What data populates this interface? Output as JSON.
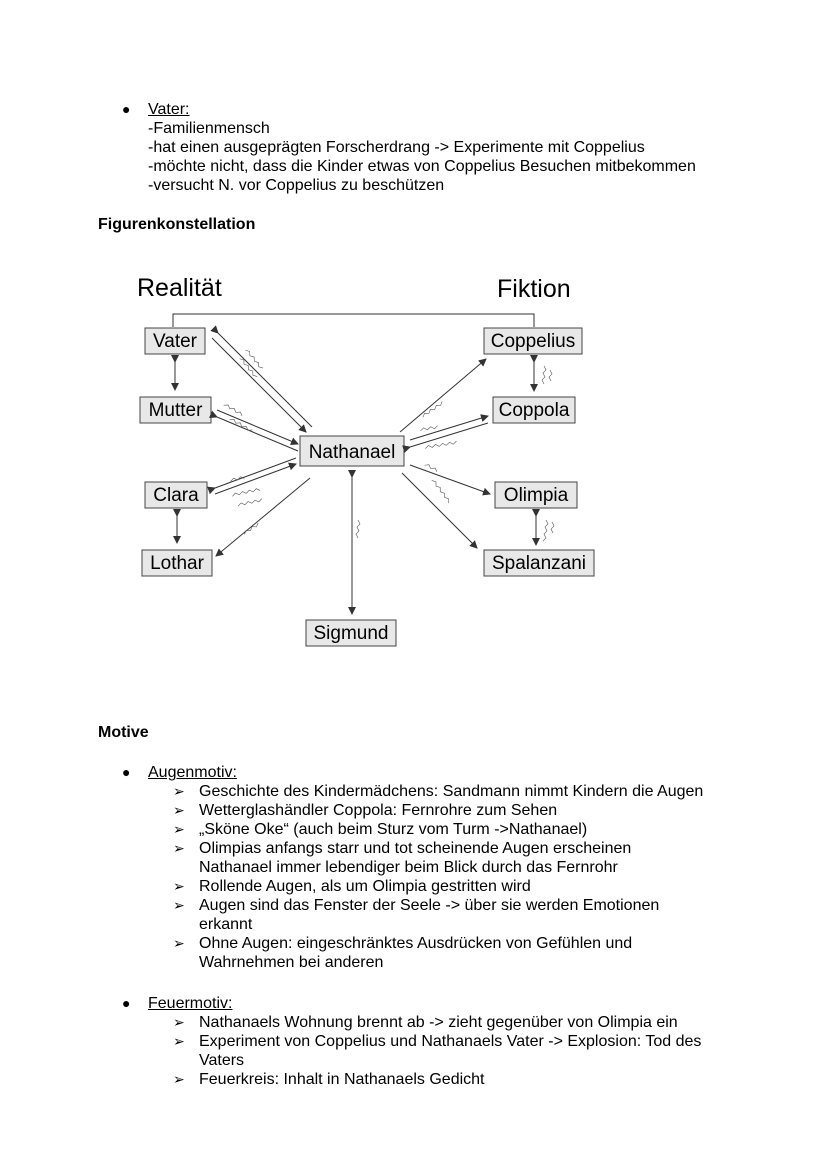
{
  "father": {
    "title": "Vater:",
    "lines": [
      "-Familienmensch",
      "-hat einen ausgeprägten Forscherdrang -> Experimente mit Coppelius",
      "-möchte nicht, dass die Kinder etwas von Coppelius Besuchen mitbekommen",
      "-versucht N. vor Coppelius zu beschützen"
    ]
  },
  "konstellation": {
    "heading": "Figurenkonstellation",
    "realitaet": "Realität",
    "fiktion": "Fiktion",
    "nodes": {
      "vater": "Vater",
      "mutter": "Mutter",
      "clara": "Clara",
      "lothar": "Lothar",
      "nathanael": "Nathanael",
      "sigmund": "Sigmund",
      "coppelius": "Coppelius",
      "coppola": "Coppola",
      "olimpia": "Olimpia",
      "spalanzani": "Spalanzani"
    }
  },
  "motive": {
    "heading": "Motive",
    "augen": {
      "title": "Augenmotiv:",
      "items": [
        [
          "Geschichte des Kindermädchens: Sandmann nimmt Kindern die Augen"
        ],
        [
          "Wetterglashändler Coppola: Fernrohre zum Sehen"
        ],
        [
          "„Sköne Oke“ (auch beim Sturz vom Turm ->Nathanael)"
        ],
        [
          "Olimpias anfangs starr und tot scheinende Augen erscheinen",
          "Nathanael immer lebendiger beim Blick durch das Fernrohr"
        ],
        [
          "Rollende Augen, als um Olimpia gestritten wird"
        ],
        [
          "Augen sind das Fenster der Seele -> über sie werden Emotionen",
          "erkannt"
        ],
        [
          "Ohne Augen: eingeschränktes Ausdrücken von Gefühlen und",
          "Wahrnehmen bei anderen"
        ]
      ]
    },
    "feuer": {
      "title": "Feuermotiv:",
      "items": [
        [
          "Nathanaels Wohnung brennt ab -> zieht gegenüber von Olimpia ein"
        ],
        [
          "Experiment von Coppelius und Nathanaels Vater -> Explosion: Tod des",
          "Vaters"
        ],
        [
          "Feuerkreis: Inhalt in Nathanaels Gedicht"
        ]
      ]
    }
  }
}
